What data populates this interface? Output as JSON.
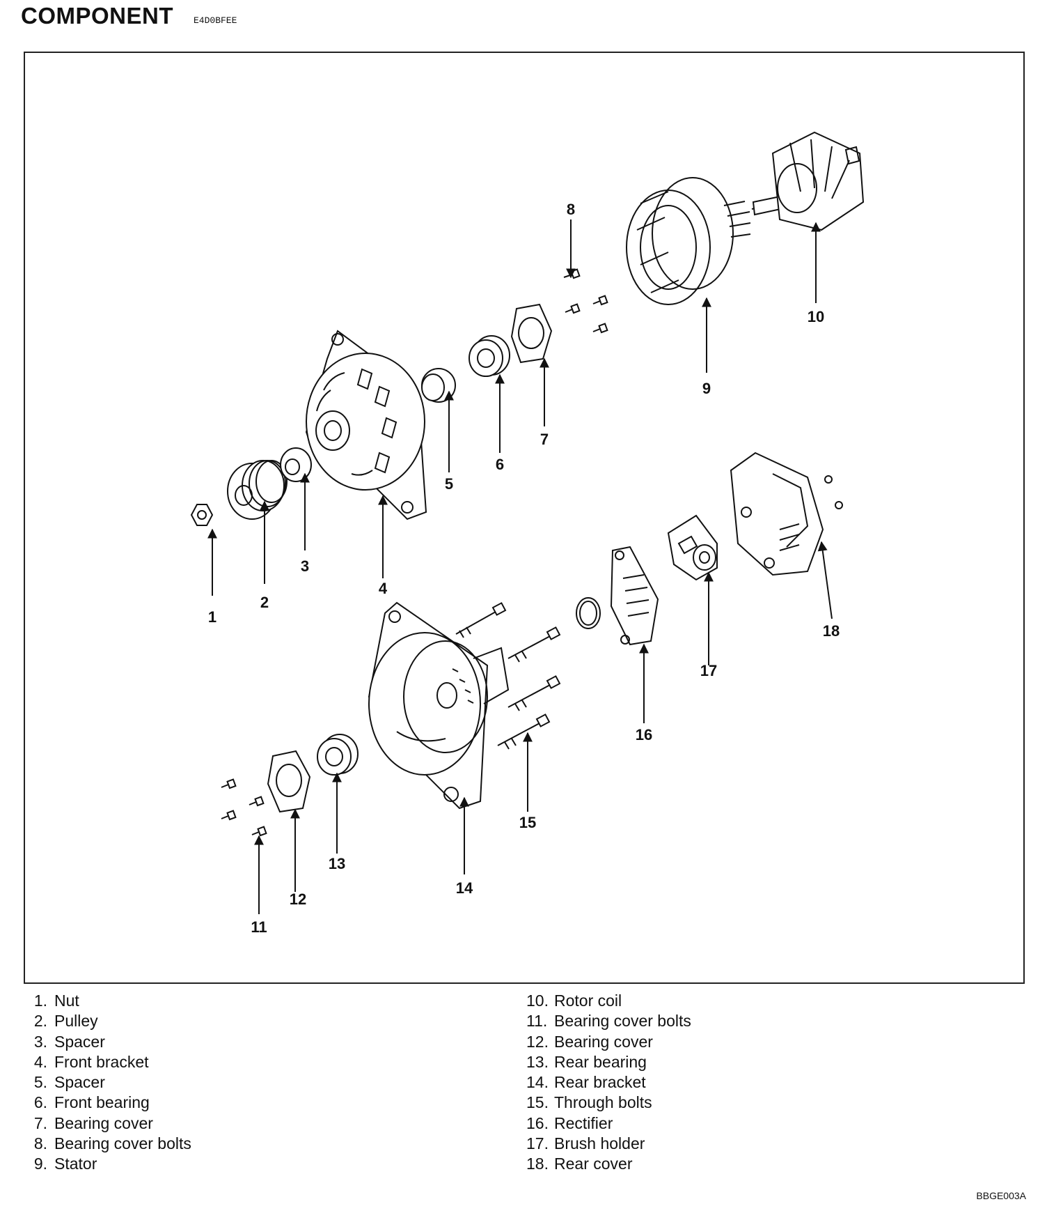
{
  "header": {
    "title": "COMPONENT",
    "code": "E4D0BFEE"
  },
  "callouts": [
    "1",
    "2",
    "3",
    "4",
    "5",
    "6",
    "7",
    "8",
    "9",
    "10",
    "11",
    "12",
    "13",
    "14",
    "15",
    "16",
    "17",
    "18"
  ],
  "legend": {
    "col1": [
      {
        "num": "1.",
        "label": "Nut"
      },
      {
        "num": "2.",
        "label": "Pulley"
      },
      {
        "num": "3.",
        "label": "Spacer"
      },
      {
        "num": "4.",
        "label": "Front bracket"
      },
      {
        "num": "5.",
        "label": "Spacer"
      },
      {
        "num": "6.",
        "label": "Front bearing"
      },
      {
        "num": "7.",
        "label": "Bearing cover"
      },
      {
        "num": "8.",
        "label": "Bearing cover bolts"
      },
      {
        "num": "9.",
        "label": "Stator"
      }
    ],
    "col2": [
      {
        "num": "10.",
        "label": "Rotor coil"
      },
      {
        "num": "11.",
        "label": "Bearing cover bolts"
      },
      {
        "num": "12.",
        "label": "Bearing cover"
      },
      {
        "num": "13.",
        "label": "Rear bearing"
      },
      {
        "num": "14.",
        "label": "Rear bracket"
      },
      {
        "num": "15.",
        "label": "Through bolts"
      },
      {
        "num": "16.",
        "label": "Rectifier"
      },
      {
        "num": "17.",
        "label": "Brush holder"
      },
      {
        "num": "18.",
        "label": "Rear cover"
      }
    ]
  },
  "footer": {
    "code": "BBGE003A"
  }
}
